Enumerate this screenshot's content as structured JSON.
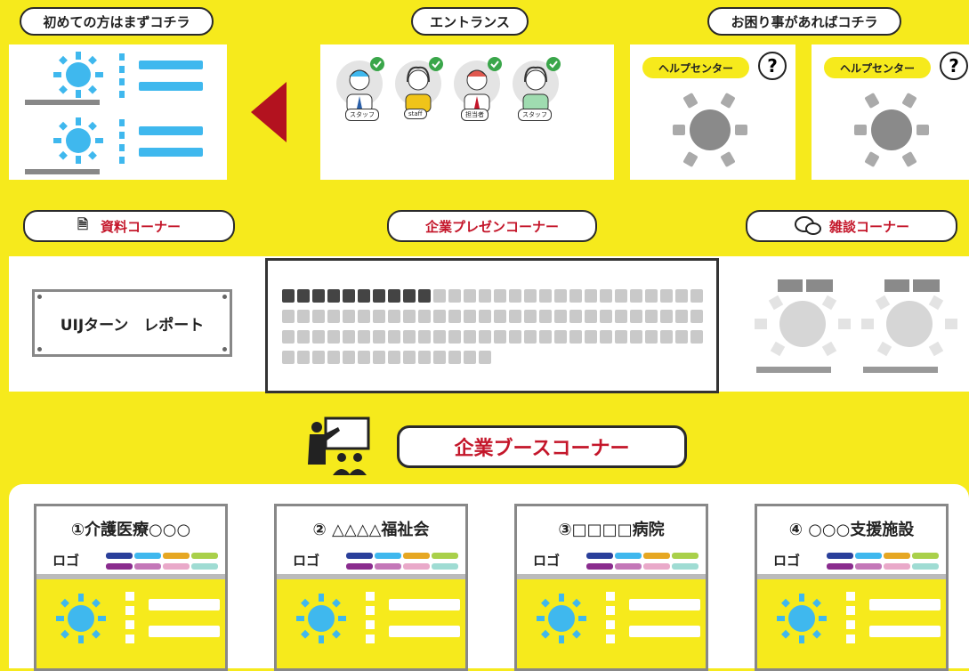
{
  "top_labels": {
    "first_timers": "初めての方はまずコチラ",
    "entrance": "エントランス",
    "help": "お困り事があればコチラ"
  },
  "help_desks": [
    {
      "label": "ヘルプセンター",
      "icon": "question-icon",
      "glyph": "?"
    },
    {
      "label": "ヘルプセンター",
      "icon": "question-icon",
      "glyph": "?"
    }
  ],
  "staff_badges": [
    "スタッフ",
    "staff",
    "担当者",
    "スタッフ"
  ],
  "corners": {
    "documents": "資料コーナー",
    "presentation": "企業プレゼンコーナー",
    "chat": "雑談コーナー",
    "booths": "企業ブースコーナー"
  },
  "report_board": "UIJターン　レポート",
  "booths": [
    {
      "title": "①介護医療○○○",
      "logo_label": "ロゴ"
    },
    {
      "title": "②  △△△△福祉会",
      "logo_label": "ロゴ"
    },
    {
      "title": "③□□□□病院",
      "logo_label": "ロゴ"
    },
    {
      "title": "④  ○○○支援施設",
      "logo_label": "ロゴ"
    }
  ],
  "colors": {
    "background": "#f6ea1c",
    "accent_red": "#c4162a",
    "sun_blue": "#3fb8ee",
    "table_gray": "#8a8a8a"
  },
  "logo_palette": [
    "#2a3f9a",
    "#3fb8ee",
    "#e6a722",
    "#a9d04a",
    "#8a2c8e",
    "#c477b8",
    "#e9a9c9",
    "#9fdcd3"
  ]
}
